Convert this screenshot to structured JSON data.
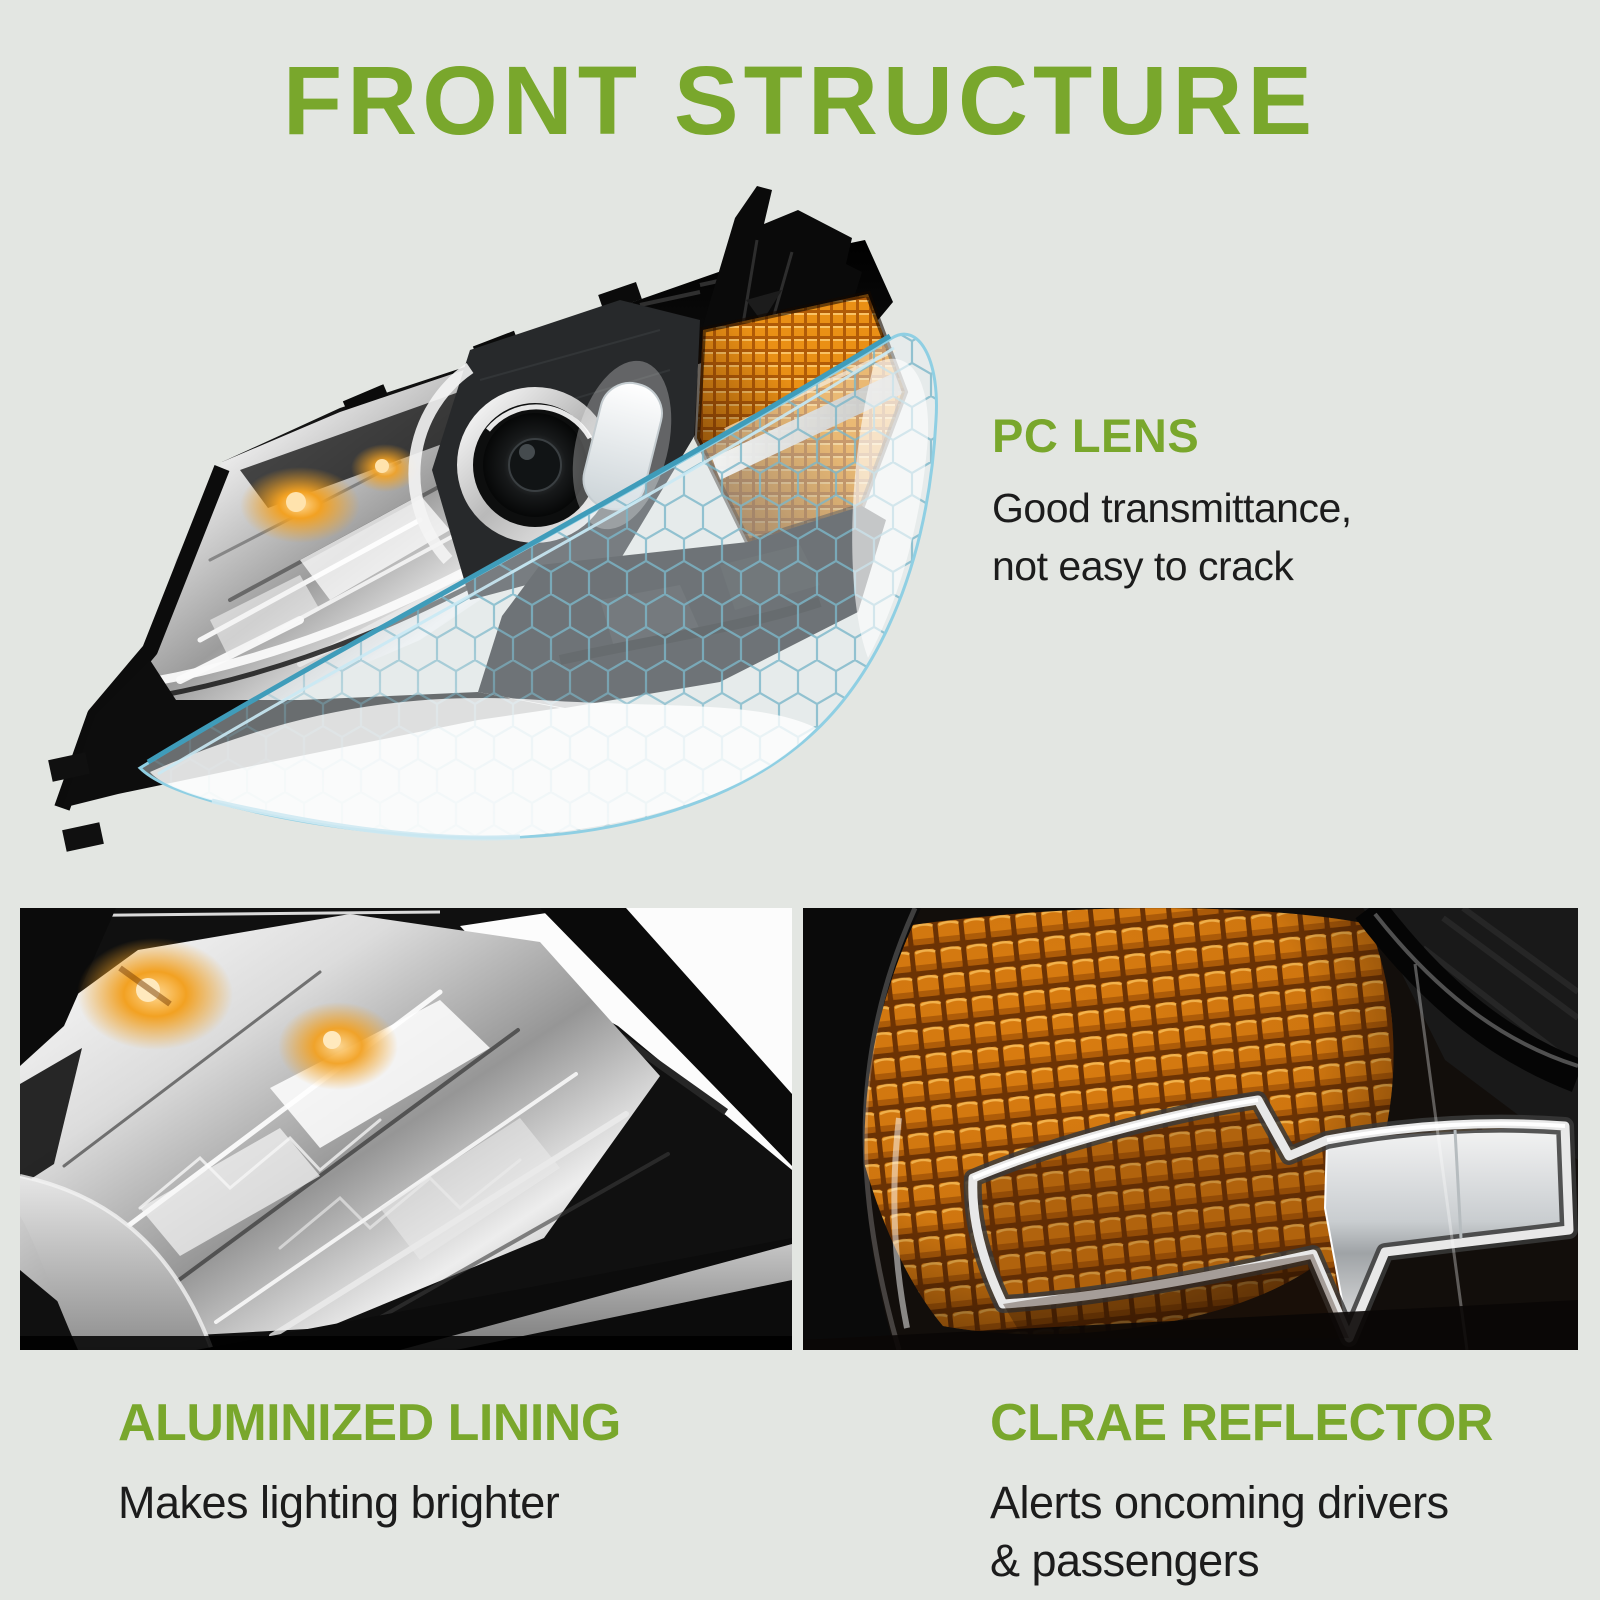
{
  "title": {
    "text": "FRONT STRUCTURE"
  },
  "hero": {
    "subject": "headlight assembly with protective polycarbonate lens lifted off",
    "callout": {
      "heading": "PC LENS",
      "line1": "Good transmittance,",
      "line2": "not easy to crack"
    }
  },
  "features": [
    {
      "heading": "ALUMINIZED LINING",
      "line1": "Makes lighting brighter",
      "line2": ""
    },
    {
      "heading": "CLRAE REFLECTOR",
      "line1": "Alerts oncoming drivers",
      "line2": "& passengers"
    }
  ],
  "colors": {
    "accent": "#79A72C",
    "text": "#1C1C1C",
    "bg": "#E3E6E2",
    "lens_blue": "#8FCFE3",
    "hex_teal": "#2E8CA8",
    "amber": "#EE9416",
    "chrome": "#D9D9D9"
  }
}
